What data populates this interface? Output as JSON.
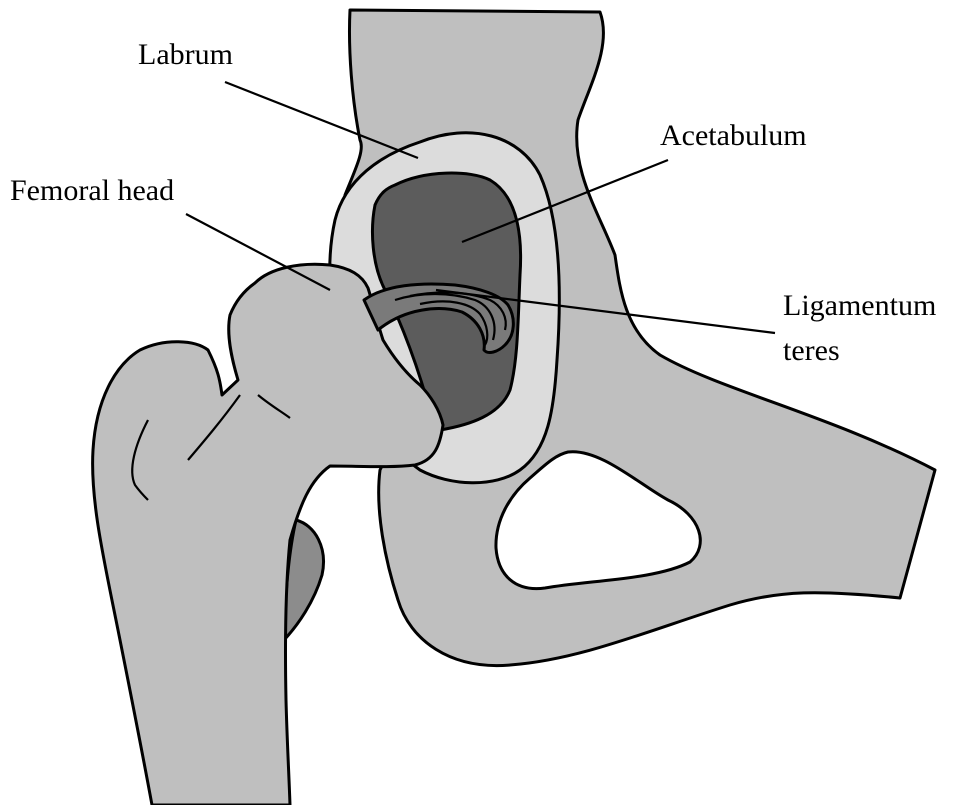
{
  "labels": {
    "labrum": "Labrum",
    "acetabulum": "Acetabulum",
    "femoral_head": "Femoral head",
    "ligamentum_teres_line1": "Ligamentum",
    "ligamentum_teres_line2": "teres"
  },
  "colors": {
    "bone": "#bfbfbf",
    "labrum": "#dcdcdc",
    "acetabulum": "#5c5c5c",
    "ligament": "#7a7a7a",
    "background": "#ffffff",
    "outline": "#000000"
  }
}
